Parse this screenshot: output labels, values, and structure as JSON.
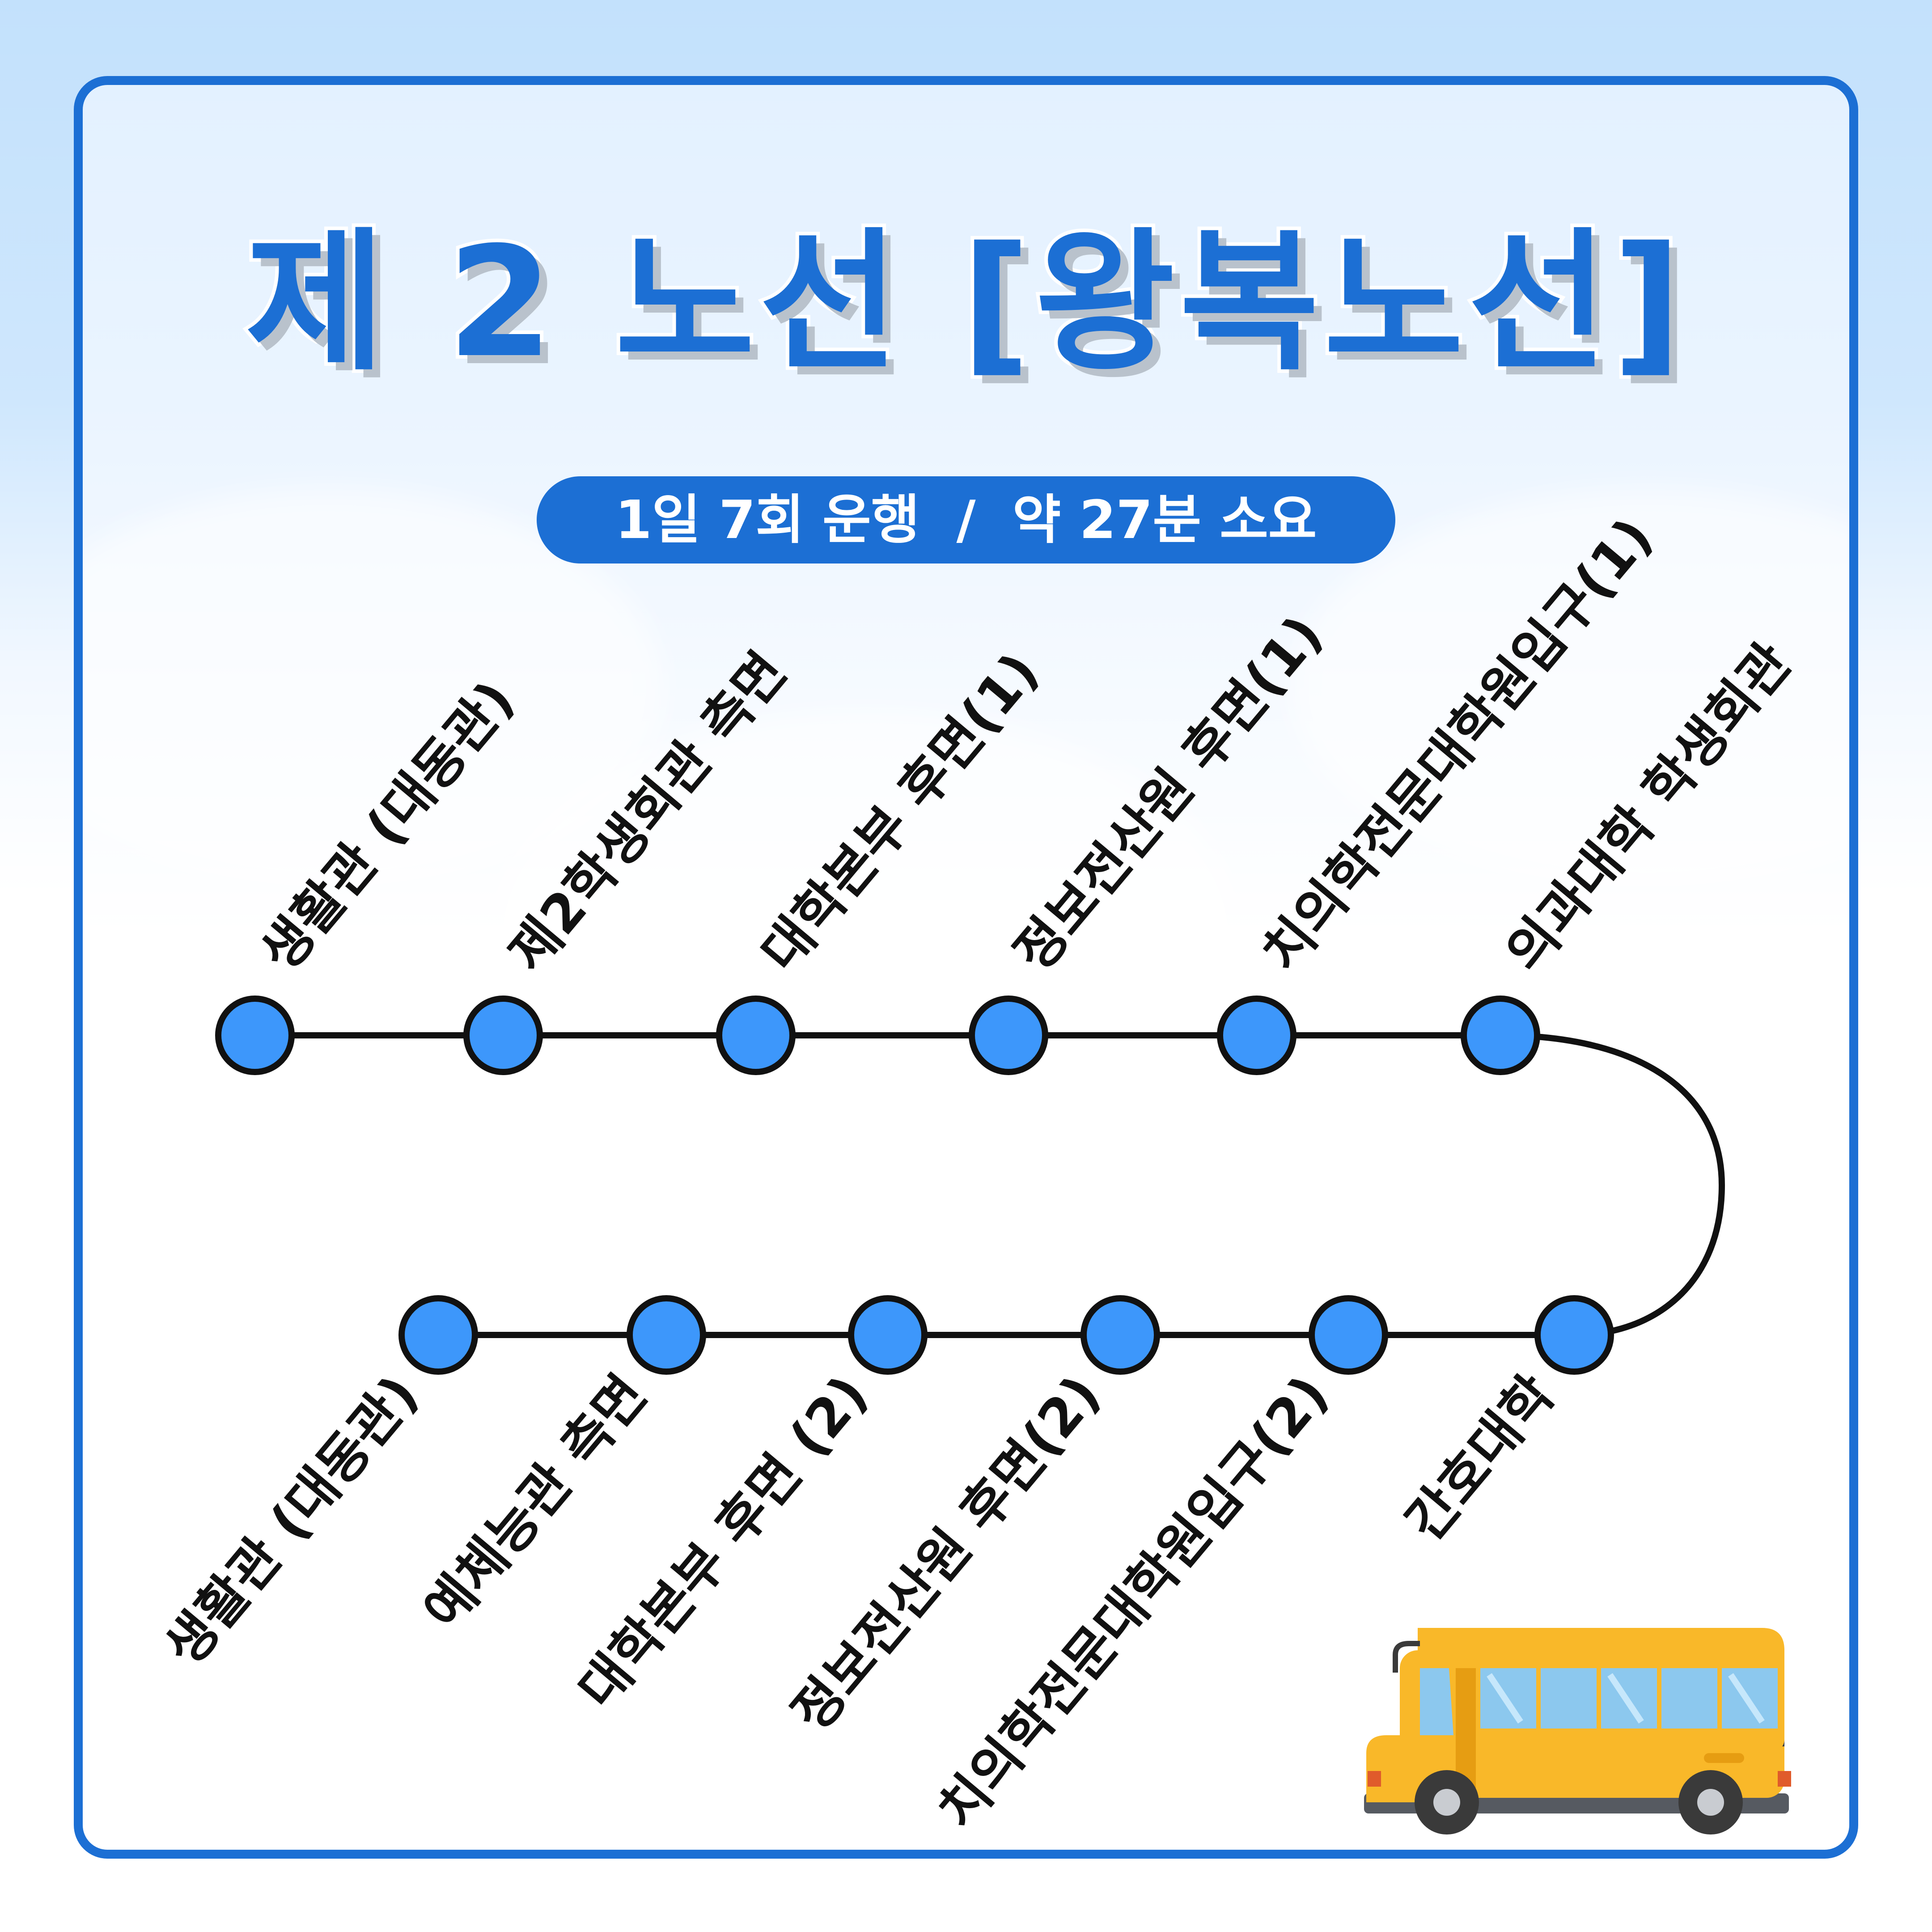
{
  "title": "제 2 노선 [왕복노선]",
  "summary": "1일 7회 운행  /  약 27분 소요",
  "colors": {
    "brand": "#1c6fd4",
    "stop": "#3d97fb",
    "line": "#111111",
    "bus": "#f9b829"
  },
  "route": {
    "outbound": [
      "생활관 (대동관)",
      "제2학생회관 측면",
      "대학본부 후면(1)",
      "정보전산원 후면(1)",
      "치의학전문대학원입구(1)",
      "의과대학 학생회관"
    ],
    "inbound": [
      "간호대학",
      "치의학전문대학원입구(2)",
      "정보전산원 후면(2)",
      "대학본부 후면 (2)",
      "예체능관 측면",
      "생활관 (대동관)"
    ]
  },
  "icons": {
    "vehicle": "school-bus-icon"
  }
}
